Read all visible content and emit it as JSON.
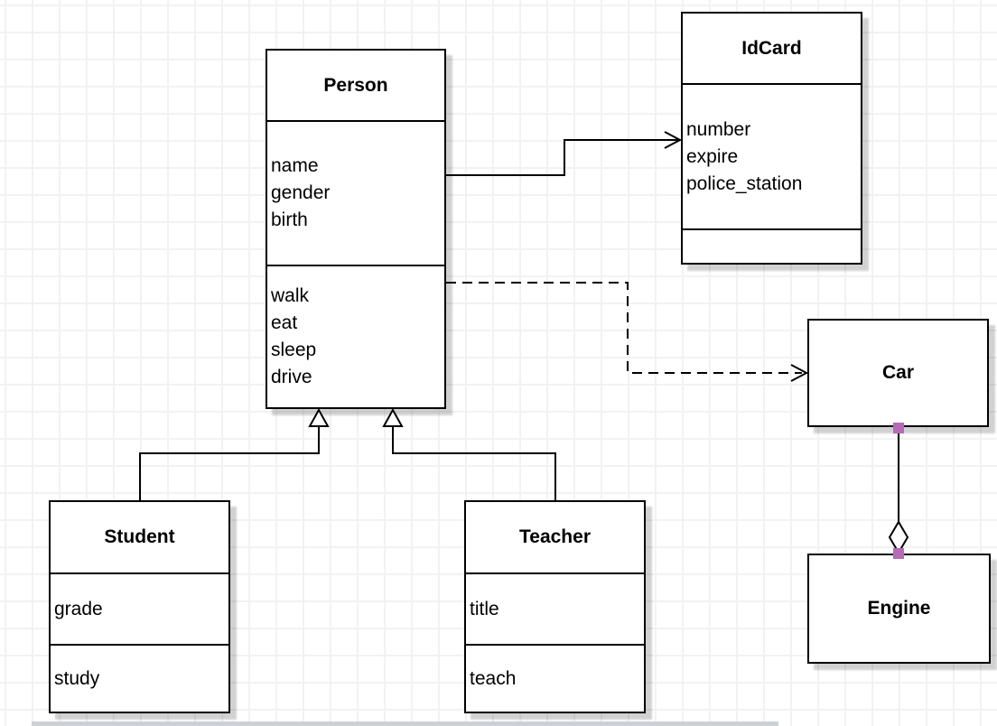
{
  "diagram": {
    "type": "uml-class-diagram",
    "classes": [
      {
        "name": "Person",
        "attributes": [
          "name",
          "gender",
          "birth"
        ],
        "methods": [
          "walk",
          "eat",
          "sleep",
          "drive"
        ]
      },
      {
        "name": "IdCard",
        "attributes": [
          "number",
          "expire",
          "police_station"
        ],
        "methods": []
      },
      {
        "name": "Car",
        "attributes": [],
        "methods": []
      },
      {
        "name": "Engine",
        "attributes": [],
        "methods": []
      },
      {
        "name": "Student",
        "attributes": [
          "grade"
        ],
        "methods": [
          "study"
        ]
      },
      {
        "name": "Teacher",
        "attributes": [
          "title"
        ],
        "methods": [
          "teach"
        ]
      }
    ],
    "relationships": [
      {
        "from": "Person",
        "to": "IdCard",
        "type": "association",
        "line": "solid",
        "arrow": "open"
      },
      {
        "from": "Person",
        "to": "Car",
        "type": "dependency",
        "line": "dashed",
        "arrow": "open"
      },
      {
        "from": "Student",
        "to": "Person",
        "type": "generalization",
        "line": "solid",
        "arrow": "hollow-triangle"
      },
      {
        "from": "Teacher",
        "to": "Person",
        "type": "generalization",
        "line": "solid",
        "arrow": "hollow-triangle"
      },
      {
        "from": "Car",
        "to": "Engine",
        "type": "aggregation",
        "line": "solid",
        "arrow": "hollow-diamond"
      }
    ],
    "colors": {
      "box_border": "#000000",
      "box_fill": "#ffffff",
      "shadow": "#d3d3d3",
      "grid_line": "#f2f2f2",
      "endpoint_handle": "#b66ab8"
    }
  }
}
